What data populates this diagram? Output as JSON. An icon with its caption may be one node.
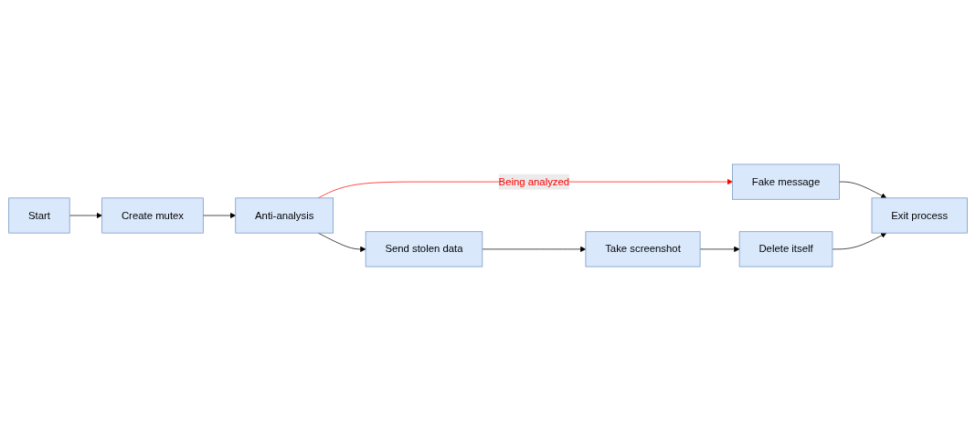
{
  "diagram": {
    "nodes": [
      {
        "text": [
          "Start"
        ]
      },
      {
        "text": [
          "Create mutex"
        ]
      },
      {
        "text": [
          "Anti-analysis"
        ]
      },
      {
        "text": [
          "Fake message"
        ]
      },
      {
        "text": [
          "Exit process"
        ]
      },
      {
        "text": [
          "Send stolen data"
        ]
      },
      {
        "text": [
          "Take screenshot"
        ]
      },
      {
        "text": [
          "Delete itself"
        ]
      }
    ],
    "edges": [
      {
        "from": 0,
        "to": 1,
        "arrow": "to"
      },
      {
        "from": 1,
        "to": 2,
        "arrow": "to"
      },
      {
        "from": 2,
        "to": 3,
        "arrow": "to",
        "label": "Being analyzed",
        "color": "#ff0000"
      },
      {
        "from": 3,
        "to": 4,
        "arrow": "to"
      },
      {
        "from": 2,
        "to": 5,
        "arrow": "to"
      },
      {
        "from": 5,
        "to": 6,
        "arrow": "to"
      },
      {
        "from": 6,
        "to": 7,
        "arrow": "to"
      },
      {
        "from": 7,
        "to": 4,
        "arrow": "to"
      }
    ]
  }
}
